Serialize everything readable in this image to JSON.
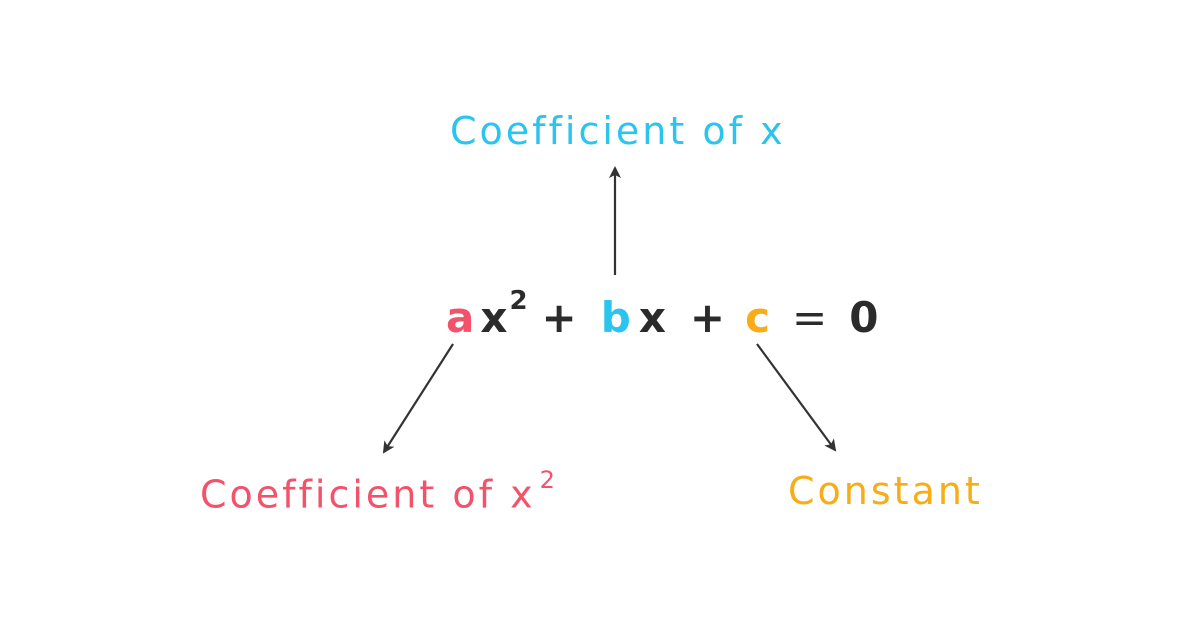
{
  "colors": {
    "a": "#f2536b",
    "b": "#2bc4ef",
    "c": "#f7ac18",
    "text": "#2b2b2b",
    "arrow": "#333333"
  },
  "equation": {
    "a": "a",
    "x1": "x",
    "exp": "2",
    "plus1": "+",
    "b": "b",
    "x2": "x",
    "plus2": "+",
    "c": "c",
    "equals": "=",
    "zero": "0"
  },
  "labels": {
    "b_label": "Coefficient of x",
    "a_label": "Coefficient of x",
    "a_label_exp": "2",
    "c_label": "Constant"
  }
}
